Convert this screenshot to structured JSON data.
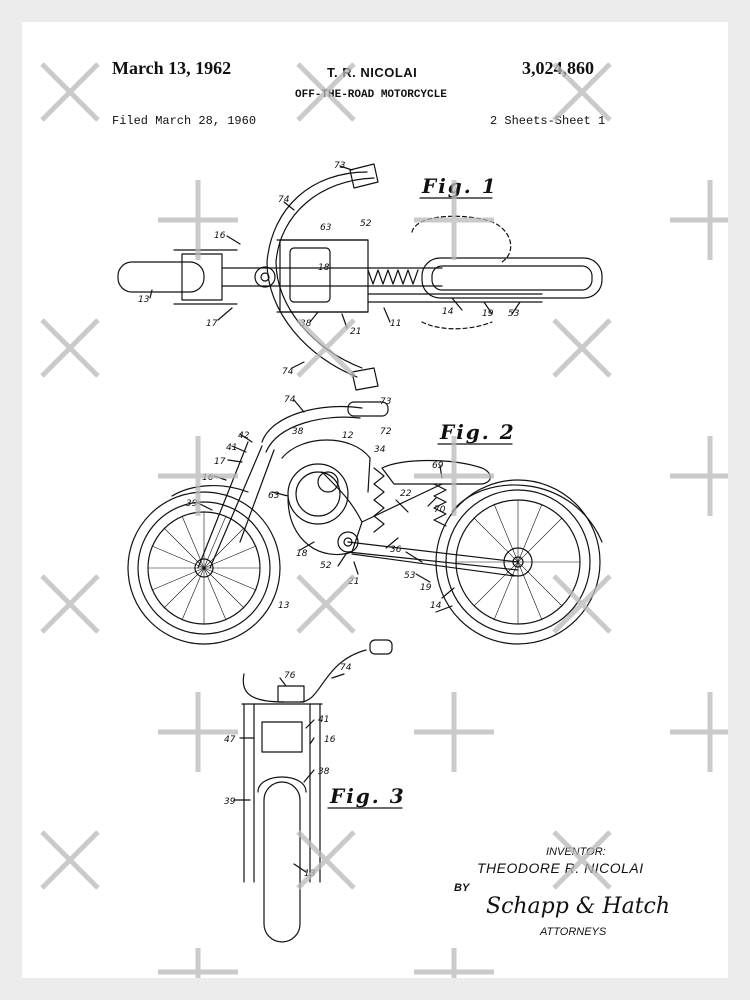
{
  "header": {
    "date": "March 13, 1962",
    "inventor": "T. R. NICOLAI",
    "patent_number": "3,024,860",
    "title": "OFF-THE-ROAD MOTORCYCLE",
    "filed": "Filed March 28, 1960",
    "sheets": "2 Sheets-Sheet 1"
  },
  "figures": {
    "fig1": "Fig. 1",
    "fig2": "Fig. 2",
    "fig3": "Fig. 3"
  },
  "refs": {
    "r73": "73",
    "r74": "74",
    "r16": "16",
    "r63": "63",
    "r52": "52",
    "r18": "18",
    "r13": "13",
    "r17": "17",
    "r38": "38",
    "r21": "21",
    "r11": "11",
    "r14": "14",
    "r19": "19",
    "r53": "53",
    "r72": "72",
    "r42": "42",
    "r41": "41",
    "r12": "12",
    "r34": "34",
    "r69": "69",
    "r39": "39",
    "r22": "22",
    "r70": "70",
    "r36": "36",
    "r76": "76",
    "r47": "47"
  },
  "caption": {
    "inventor_label": "INVENTOR:",
    "inventor_full": "THEODORE R. NICOLAI",
    "by": "BY",
    "attorney_signature": "Schapp & Hatch",
    "attorneys": "ATTORNEYS"
  },
  "colors": {
    "ink": "#111111",
    "paper": "#ffffff",
    "border": "#ececec",
    "watermark": "#b9b9b9"
  }
}
